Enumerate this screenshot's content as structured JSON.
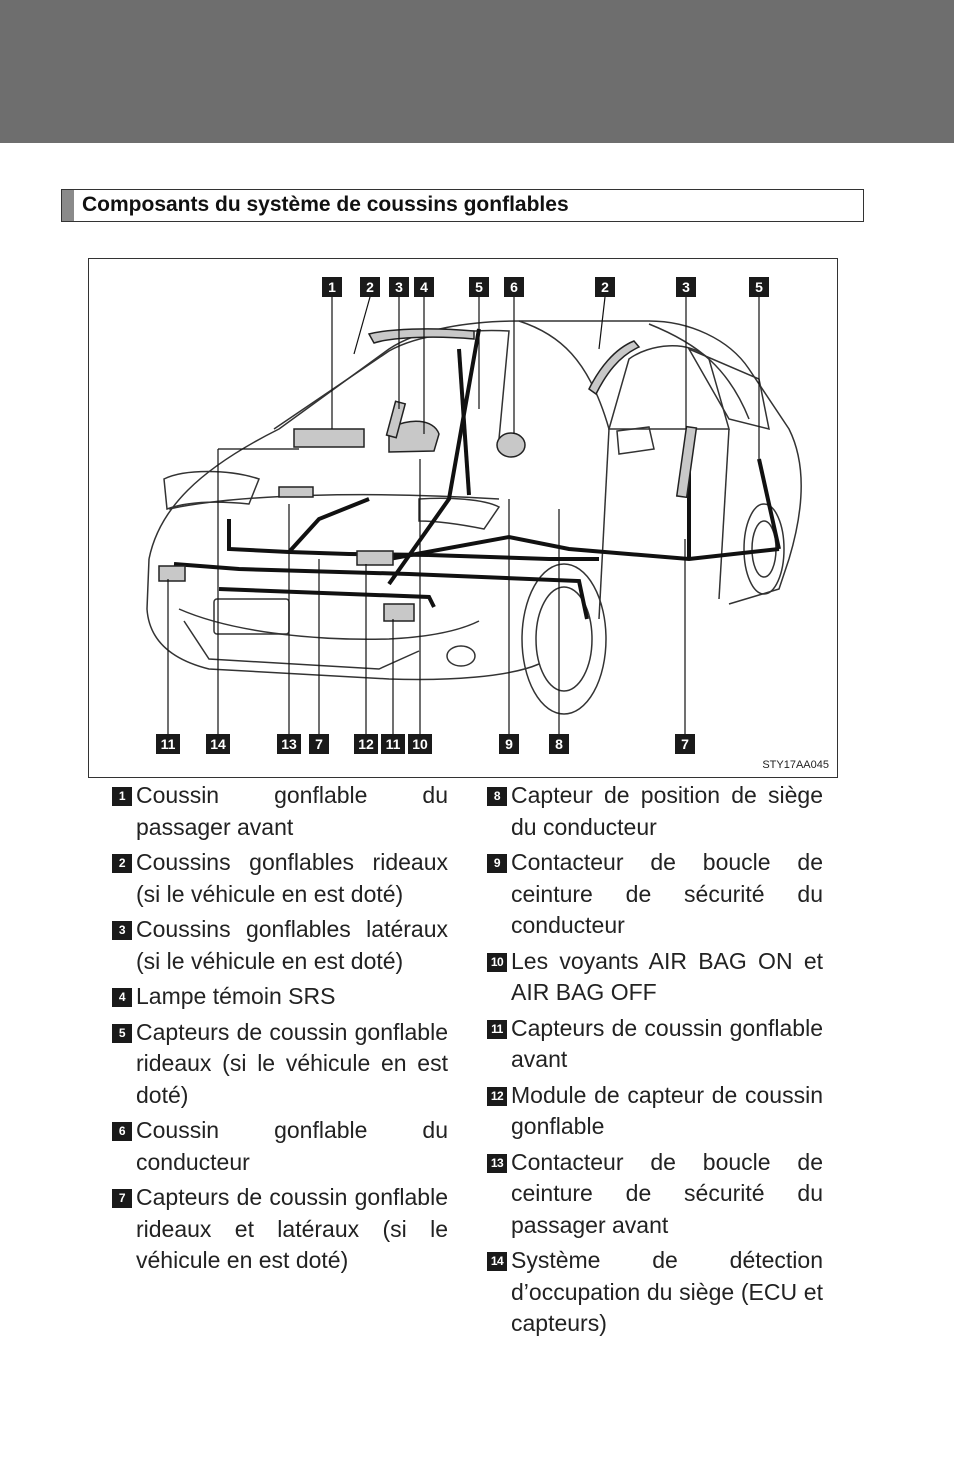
{
  "section_title": "Composants du système de coussins gonflables",
  "figure_code": "STY17AA045",
  "callouts_top": [
    "1",
    "2",
    "3",
    "4",
    "5",
    "6",
    "2",
    "3",
    "5"
  ],
  "callouts_bottom": [
    "11",
    "14",
    "13",
    "7",
    "12",
    "11",
    "10",
    "9",
    "8",
    "7"
  ],
  "legend_left": [
    {
      "num": "1",
      "text": "Coussin gonflable du passager avant"
    },
    {
      "num": "2",
      "text": "Coussins gonflables rideaux (si le véhicule en est doté)"
    },
    {
      "num": "3",
      "text": "Coussins gonflables latéraux (si le véhicule en est doté)"
    },
    {
      "num": "4",
      "text": "Lampe témoin SRS"
    },
    {
      "num": "5",
      "text": "Capteurs de coussin gonflable rideaux (si le véhicule en est doté)"
    },
    {
      "num": "6",
      "text": "Coussin gonflable du conducteur"
    },
    {
      "num": "7",
      "text": "Capteurs de coussin gonflable rideaux et latéraux (si le véhicule en est doté)"
    }
  ],
  "legend_right": [
    {
      "num": "8",
      "text": "Capteur de position de siège du conducteur"
    },
    {
      "num": "9",
      "text": "Contacteur de boucle de ceinture de sécurité du conducteur"
    },
    {
      "num": "10",
      "text": "Les voyants AIR BAG ON et AIR BAG OFF"
    },
    {
      "num": "11",
      "text": "Capteurs de coussin gonflable avant"
    },
    {
      "num": "12",
      "text": "Module de capteur de coussin gonflable"
    },
    {
      "num": "13",
      "text": "Contacteur de boucle de ceinture de sécurité du passager avant"
    },
    {
      "num": "14",
      "text": "Système de détection d’occupation du siège (ECU et capteurs)"
    }
  ]
}
